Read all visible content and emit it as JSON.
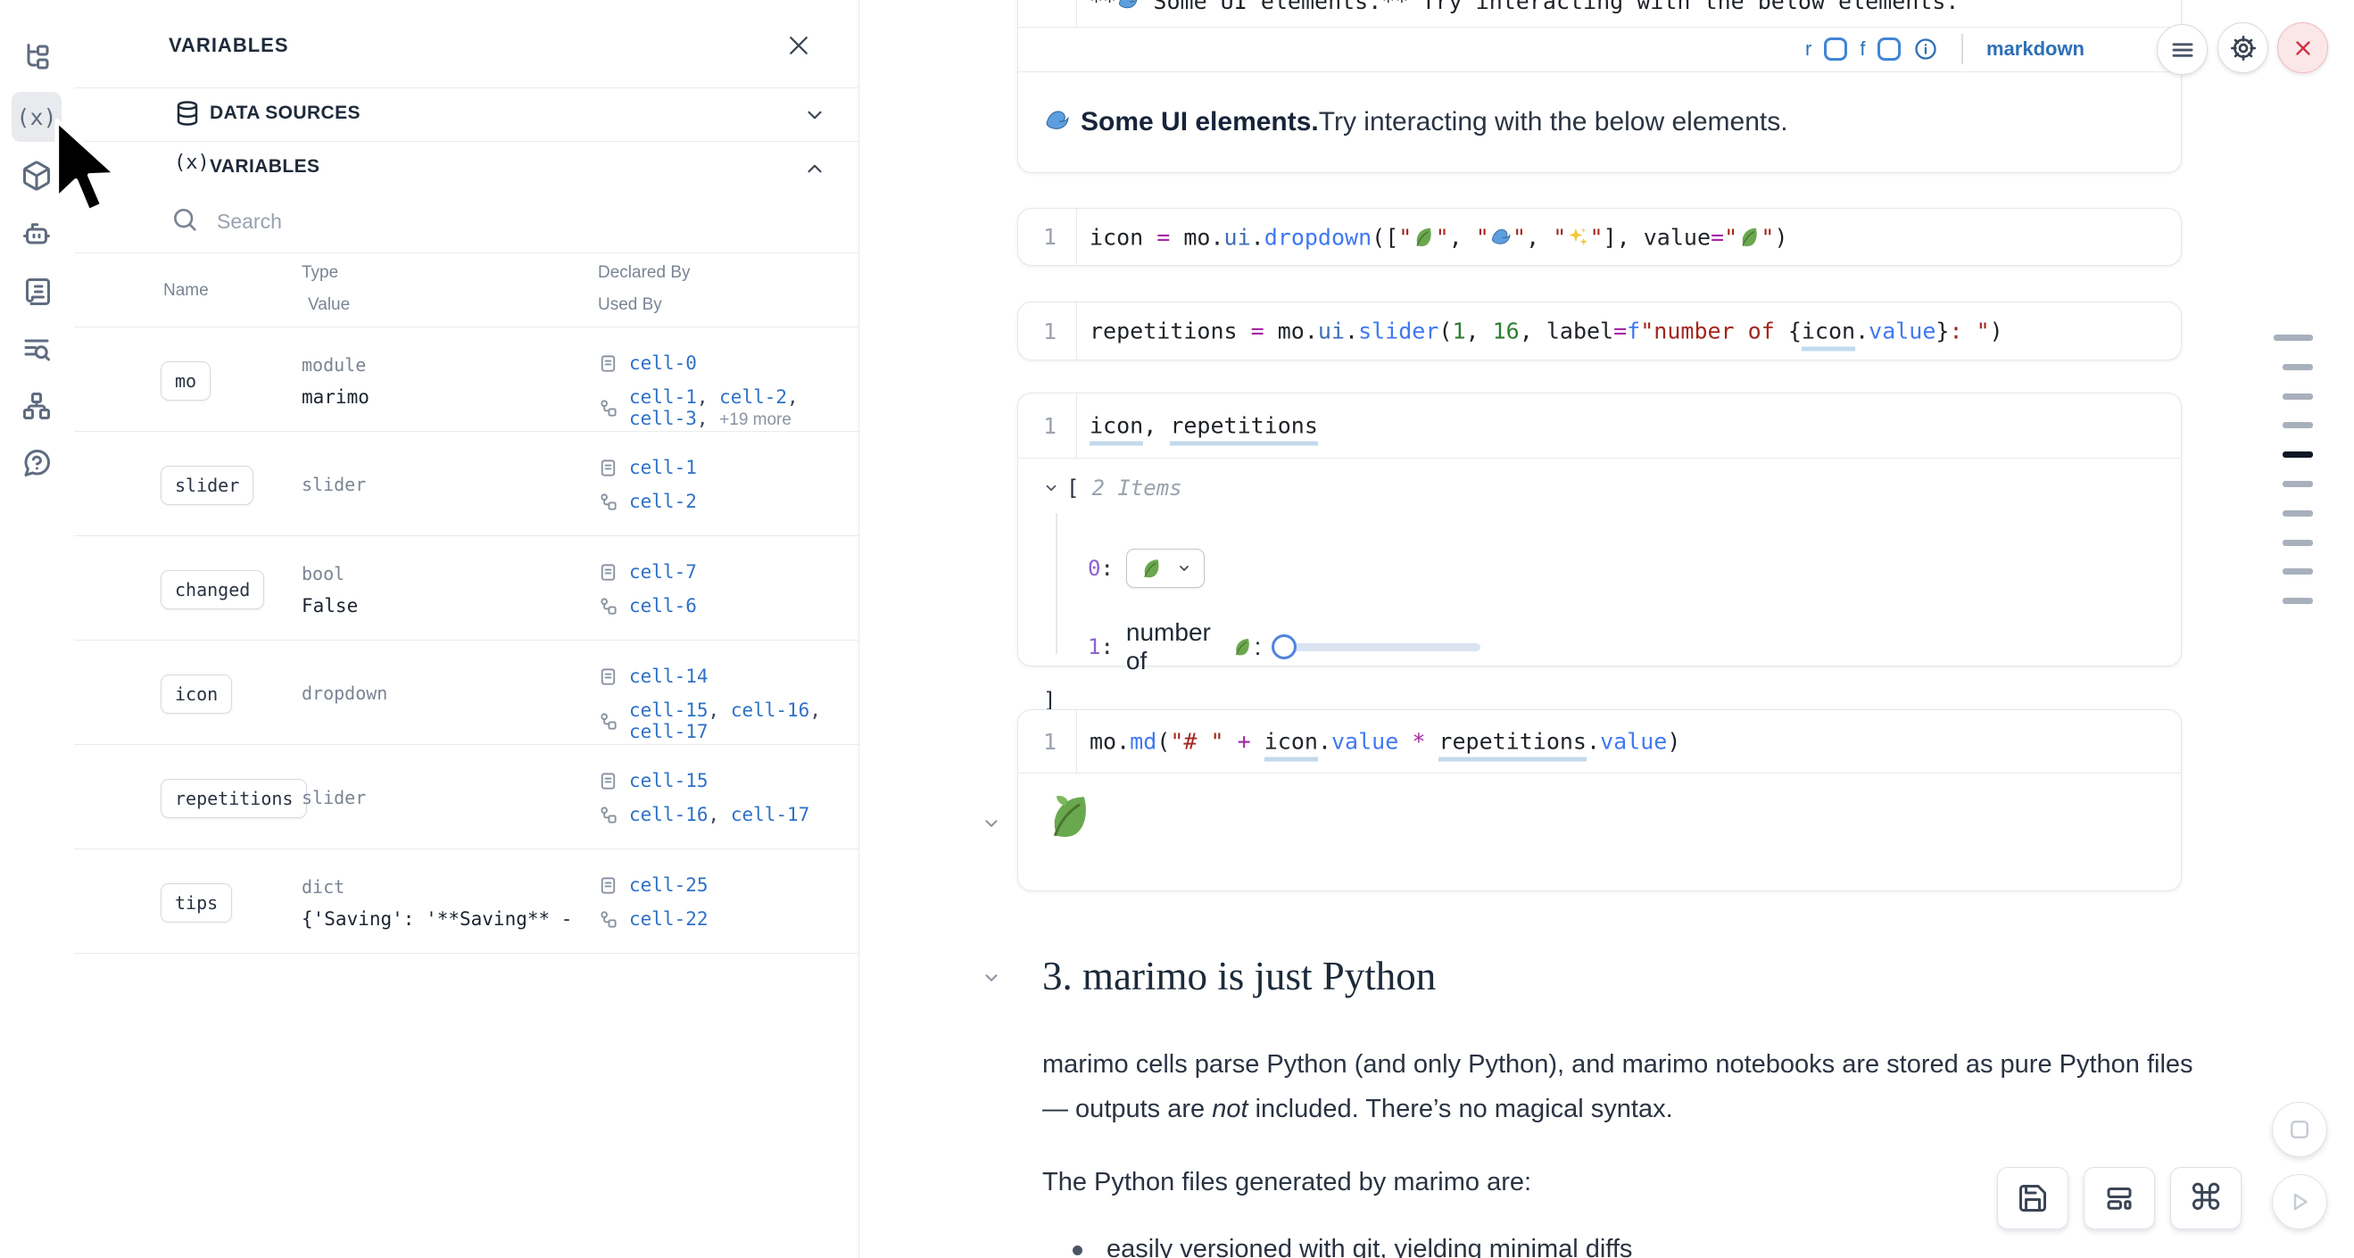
{
  "accent_colors": {
    "link_blue": "#2e71c7",
    "label_blue": "#2d6fb7",
    "danger_red": "#cc3344"
  },
  "icon_rail": {
    "items": [
      {
        "name": "file-tree-icon",
        "selected": false
      },
      {
        "name": "variables-icon",
        "selected": true
      },
      {
        "name": "packages-icon",
        "selected": false
      },
      {
        "name": "ai-assistant-icon",
        "selected": false
      },
      {
        "name": "documentation-icon",
        "selected": false
      },
      {
        "name": "snippets-icon",
        "selected": false
      },
      {
        "name": "dependency-graph-icon",
        "selected": false
      },
      {
        "name": "help-icon",
        "selected": false
      }
    ]
  },
  "panel": {
    "title": "VARIABLES",
    "close_label": "close",
    "sections": {
      "data_sources": "DATA SOURCES",
      "variables": "VARIABLES"
    },
    "search_placeholder": "Search",
    "table": {
      "headers": {
        "name": "Name",
        "type": "Type",
        "value": "Value",
        "declared_by": "Declared By",
        "used_by": "Used By"
      },
      "rows": [
        {
          "name": "mo",
          "type": "module",
          "value": "marimo",
          "declared_by": [
            "cell-0"
          ],
          "used_by": [
            "cell-1",
            "cell-2",
            "cell-3"
          ],
          "used_by_extra": "+19 more"
        },
        {
          "name": "slider",
          "type": "slider",
          "value": "",
          "declared_by": [
            "cell-1"
          ],
          "used_by": [
            "cell-2"
          ],
          "used_by_extra": ""
        },
        {
          "name": "changed",
          "type": "bool",
          "value": "False",
          "declared_by": [
            "cell-7"
          ],
          "used_by": [
            "cell-6"
          ],
          "used_by_extra": ""
        },
        {
          "name": "icon",
          "type": "dropdown",
          "value": "",
          "declared_by": [
            "cell-14"
          ],
          "used_by": [
            "cell-15",
            "cell-16",
            "cell-17"
          ],
          "used_by_extra": ""
        },
        {
          "name": "repetitions",
          "type": "slider",
          "value": "",
          "declared_by": [
            "cell-15"
          ],
          "used_by": [
            "cell-16",
            "cell-17"
          ],
          "used_by_extra": ""
        },
        {
          "name": "tips",
          "type": "dict",
          "value": "{'Saving': '**Saving** - _Na...",
          "declared_by": [
            "cell-25"
          ],
          "used_by": [
            "cell-22"
          ],
          "used_by_extra": ""
        }
      ]
    }
  },
  "notebook": {
    "cell1": {
      "line_number": "1",
      "code_tokens": [
        {
          "t": "**",
          "c": "d"
        },
        {
          "e": "wave"
        },
        {
          "t": " Some UI elements.** Try interacting with the below elements.",
          "c": "d"
        }
      ],
      "footer": {
        "shortcut_r": "r",
        "shortcut_f": "f",
        "language_label": "markdown"
      },
      "output": {
        "emoji": "wave",
        "bold": "Some UI elements.",
        "rest": " Try interacting with the below elements."
      }
    },
    "cell2": {
      "line_number": "1",
      "code_tokens": [
        {
          "t": "icon ",
          "c": "d"
        },
        {
          "t": "= ",
          "c": "op"
        },
        {
          "t": "mo",
          "c": "d"
        },
        {
          "t": ".",
          "c": "d"
        },
        {
          "t": "ui",
          "c": "prop"
        },
        {
          "t": ".",
          "c": "d"
        },
        {
          "t": "dropdown",
          "c": "fn"
        },
        {
          "t": "([",
          "c": "d"
        },
        {
          "t": "\"",
          "c": "str"
        },
        {
          "e": "leaf"
        },
        {
          "t": "\"",
          "c": "str"
        },
        {
          "t": ", ",
          "c": "d"
        },
        {
          "t": "\"",
          "c": "str"
        },
        {
          "e": "wave"
        },
        {
          "t": "\"",
          "c": "str"
        },
        {
          "t": ", ",
          "c": "d"
        },
        {
          "t": "\"",
          "c": "str"
        },
        {
          "e": "sparkles"
        },
        {
          "t": "\"",
          "c": "str"
        },
        {
          "t": "], ",
          "c": "d"
        },
        {
          "t": "value",
          "c": "d"
        },
        {
          "t": "=",
          "c": "op"
        },
        {
          "t": "\"",
          "c": "str"
        },
        {
          "e": "leaf"
        },
        {
          "t": "\"",
          "c": "str"
        },
        {
          "t": ")",
          "c": "d"
        }
      ]
    },
    "cell3": {
      "line_number": "1",
      "code_tokens": [
        {
          "t": "repetitions ",
          "c": "d"
        },
        {
          "t": "= ",
          "c": "op"
        },
        {
          "t": "mo",
          "c": "d"
        },
        {
          "t": ".",
          "c": "d"
        },
        {
          "t": "ui",
          "c": "prop"
        },
        {
          "t": ".",
          "c": "d"
        },
        {
          "t": "slider",
          "c": "fn"
        },
        {
          "t": "(",
          "c": "d"
        },
        {
          "t": "1",
          "c": "num"
        },
        {
          "t": ", ",
          "c": "d"
        },
        {
          "t": "16",
          "c": "num"
        },
        {
          "t": ", ",
          "c": "d"
        },
        {
          "t": "label",
          "c": "d"
        },
        {
          "t": "=",
          "c": "op"
        },
        {
          "t": "f",
          "c": "fn"
        },
        {
          "t": "\"number of ",
          "c": "str"
        },
        {
          "t": "{",
          "c": "d"
        },
        {
          "t": "icon",
          "c": "d",
          "u": true
        },
        {
          "t": ".",
          "c": "d"
        },
        {
          "t": "value",
          "c": "fn"
        },
        {
          "t": "}",
          "c": "d"
        },
        {
          "t": ": \"",
          "c": "str"
        },
        {
          "t": ")",
          "c": "d"
        }
      ]
    },
    "cell4": {
      "line_number": "1",
      "code_tokens": [
        {
          "t": "icon",
          "c": "d",
          "u": true
        },
        {
          "t": ", ",
          "c": "d"
        },
        {
          "t": "repetitions",
          "c": "d",
          "u": true
        }
      ],
      "output": {
        "bracket_open": "[",
        "items_label": "2 Items",
        "bracket_close": "]",
        "row0": {
          "index": "0",
          "colon": ":",
          "widget": "dropdown",
          "value_emoji": "leaf"
        },
        "row1": {
          "index": "1",
          "colon": ":",
          "label": "number of ",
          "label_emoji": "leaf",
          "label_suffix": ": ",
          "widget": "slider"
        }
      }
    },
    "cell5": {
      "line_number": "1",
      "code_tokens": [
        {
          "t": "mo",
          "c": "d"
        },
        {
          "t": ".",
          "c": "d"
        },
        {
          "t": "md",
          "c": "fn"
        },
        {
          "t": "(",
          "c": "d"
        },
        {
          "t": "\"# \"",
          "c": "str"
        },
        {
          "t": " + ",
          "c": "op"
        },
        {
          "t": "icon",
          "c": "d",
          "u": true
        },
        {
          "t": ".",
          "c": "d"
        },
        {
          "t": "value",
          "c": "fn"
        },
        {
          "t": " * ",
          "c": "op"
        },
        {
          "t": "repetitions",
          "c": "d",
          "u": true
        },
        {
          "t": ".",
          "c": "d"
        },
        {
          "t": "value",
          "c": "fn"
        },
        {
          "t": ")",
          "c": "d"
        }
      ],
      "output_emoji": "leaf"
    },
    "prose": {
      "heading": "3. marimo is just Python",
      "p1_line1": "marimo cells parse Python (and only Python), and marimo notebooks are stored as pure Python files",
      "p1_line2_segments": [
        {
          "t": "— outputs are "
        },
        {
          "t": "not",
          "i": true
        },
        {
          "t": " included. There’s no magical syntax."
        }
      ],
      "p2": "The Python files generated by marimo are:",
      "bullet1": "easily versioned with git, yielding minimal diffs"
    }
  },
  "top_buttons": [
    {
      "name": "notebook-menu-button"
    },
    {
      "name": "settings-button"
    },
    {
      "name": "shutdown-button"
    }
  ],
  "minimap": {
    "dash_count": 10,
    "active_index": 4
  },
  "bottom_buttons": {
    "save": "save",
    "layout": "layout",
    "shortcuts": "keyboard shortcuts",
    "stop": "stop",
    "run": "run"
  }
}
